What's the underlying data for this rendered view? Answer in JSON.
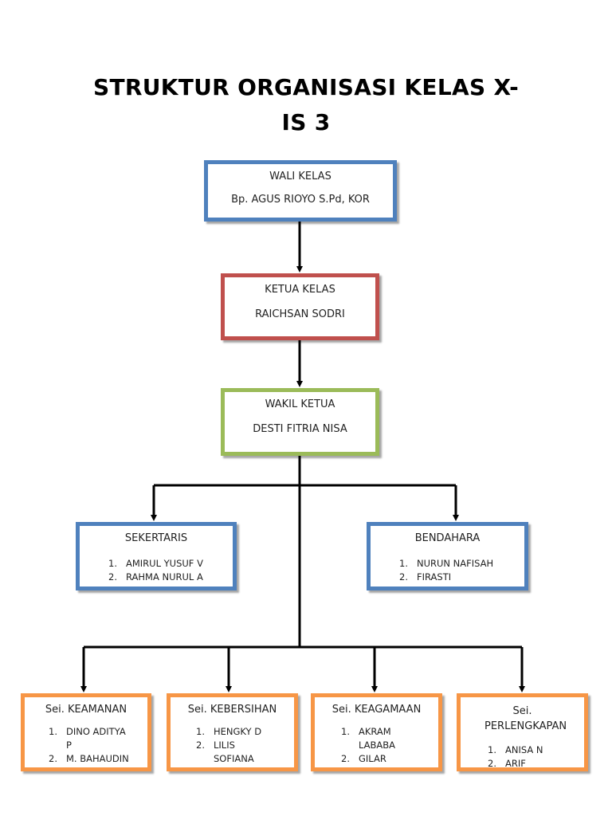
{
  "title_line1": "STRUKTUR ORGANISASI KELAS X-",
  "title_line2": "IS 3",
  "wali": {
    "heading": "WALI KELAS",
    "name": "Bp. AGUS RIOYO S.Pd, KOR"
  },
  "ketua": {
    "heading": "KETUA KELAS",
    "name": "RAICHSAN SODRI"
  },
  "wakil": {
    "heading": "WAKIL KETUA",
    "name": "DESTI FITRIA NISA"
  },
  "sekertaris": {
    "heading": "SEKERTARIS",
    "members": [
      "AMIRUL YUSUF V",
      "RAHMA NURUL A"
    ]
  },
  "bendahara": {
    "heading": "BENDAHARA",
    "members": [
      "NURUN NAFISAH",
      "FIRASTI"
    ]
  },
  "keamanan": {
    "heading": "Sei. KEAMANAN",
    "members": [
      "DINO   ADITYA P",
      "M. BAHAUDIN"
    ]
  },
  "kebersihan": {
    "heading": "Sei. KEBERSIHAN",
    "members": [
      "HENGKY D",
      "LILIS SOFIANA"
    ]
  },
  "keagamaan": {
    "heading": "Sei. KEAGAMAAN",
    "members": [
      "AKRAM LABABA",
      "GILAR"
    ]
  },
  "perlengkapan": {
    "heading": "Sei. PERLENGKAPAN",
    "members": [
      "ANISA N",
      "ARIF"
    ]
  },
  "numbers": [
    "1.",
    "2."
  ],
  "colors": {
    "blue": "#4f81bd",
    "red": "#c0504d",
    "green": "#9bbb59",
    "orange": "#f79646",
    "line": "#000000"
  }
}
